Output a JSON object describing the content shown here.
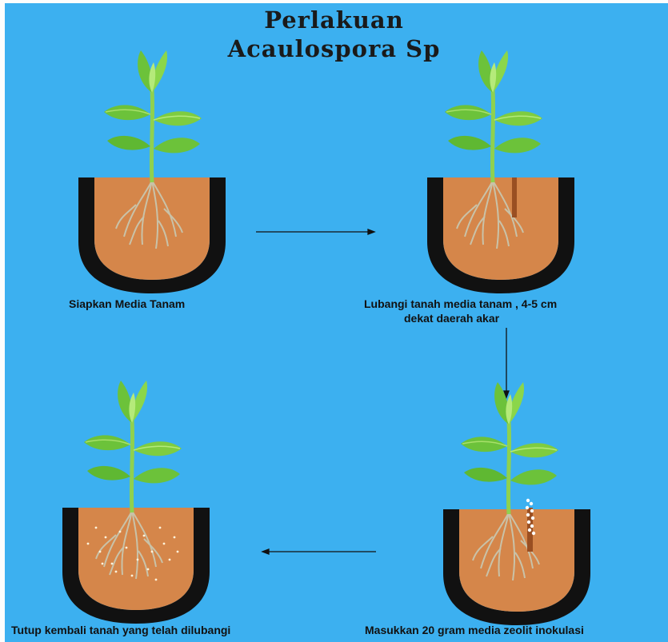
{
  "title": {
    "line1": "Perlakuan",
    "line2": "Acaulospora Sp"
  },
  "steps": [
    {
      "caption": "Siapkan Media Tanam"
    },
    {
      "caption_line1": "Lubangi tanah  media tanam , 4-5 cm",
      "caption_line2": "dekat daerah akar"
    },
    {
      "caption": "Masukkan 20 gram media zeolit inokulasi"
    },
    {
      "caption": "Tutup kembali tanah yang telah dilubangi"
    }
  ],
  "colors": {
    "background": "#3cb0f0",
    "pot_rim": "#111111",
    "soil": "#d5864a",
    "leaf": "#6cc23a",
    "leaf_light": "#a8e06a",
    "stem": "#8fd14f",
    "root": "#c9c2a8",
    "zeolite": "#ffffff",
    "hole": "#9a4f22"
  },
  "icons": [
    "plant-icon",
    "pot-icon",
    "arrow-right-icon",
    "arrow-down-icon",
    "arrow-left-icon"
  ]
}
